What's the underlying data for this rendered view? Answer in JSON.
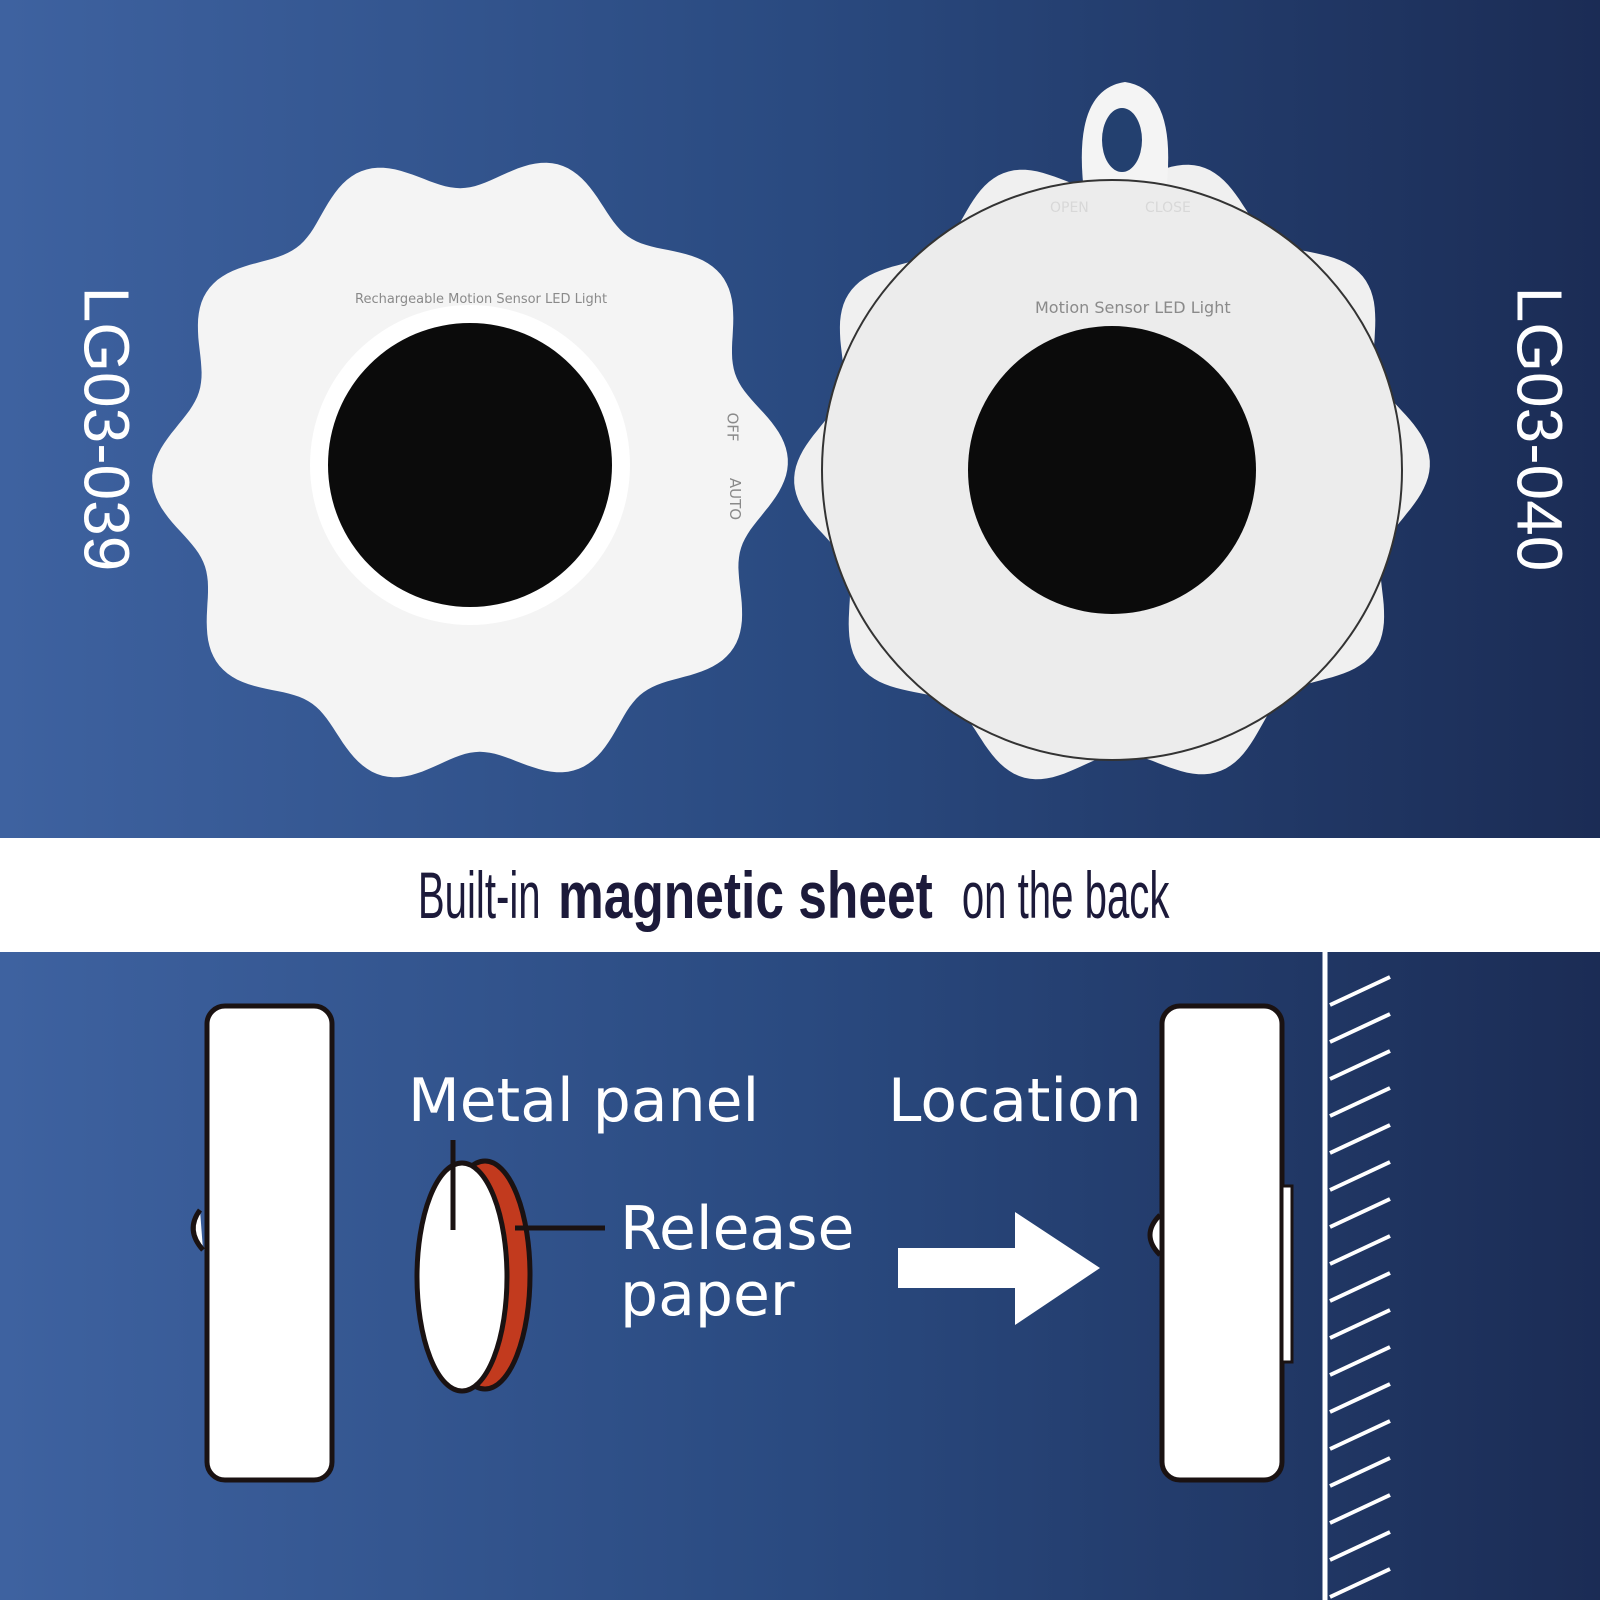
{
  "models": {
    "left": "LG03-039",
    "right": "LG03-040"
  },
  "left_device": {
    "label": "Rechargeable Motion Sensor LED Light",
    "switch_off": "OFF",
    "switch_auto": "AUTO"
  },
  "right_device": {
    "label": "Motion Sensor LED Light",
    "open": "OPEN",
    "close": "CLOSE"
  },
  "headline": {
    "pre": "Built-in ",
    "bold": "magnetic sheet",
    "post": " on the back"
  },
  "diagram": {
    "metal_panel": "Metal panel",
    "release_paper": "Release paper",
    "location": "Location"
  },
  "colors": {
    "bg_light": "#3e62a0",
    "bg_dark": "#1b2c55",
    "release_paper": "#c23a1e"
  }
}
